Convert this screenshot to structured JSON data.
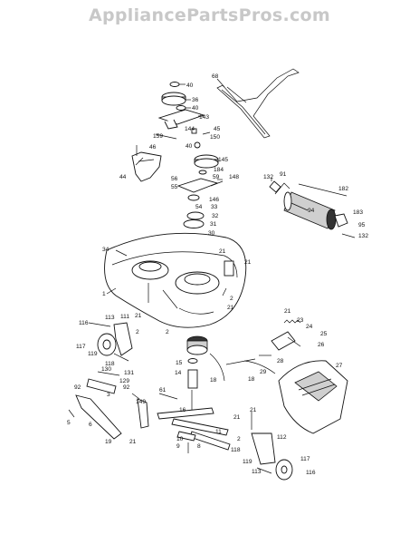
{
  "header": {
    "watermark": "AppliancePartsPros.com"
  },
  "labels": [
    {
      "key": "68",
      "text": "68"
    },
    {
      "key": "40a",
      "text": "40"
    },
    {
      "key": "36",
      "text": "36"
    },
    {
      "key": "40b",
      "text": "40"
    },
    {
      "key": "143",
      "text": "143"
    },
    {
      "key": "144",
      "text": "144"
    },
    {
      "key": "45",
      "text": "45"
    },
    {
      "key": "150",
      "text": "150"
    },
    {
      "key": "159",
      "text": "159"
    },
    {
      "key": "40c",
      "text": "40"
    },
    {
      "key": "46",
      "text": "46"
    },
    {
      "key": "44",
      "text": "44"
    },
    {
      "key": "145",
      "text": "145"
    },
    {
      "key": "184",
      "text": "184"
    },
    {
      "key": "59",
      "text": "59"
    },
    {
      "key": "148",
      "text": "148"
    },
    {
      "key": "56",
      "text": "56"
    },
    {
      "key": "55",
      "text": "55"
    },
    {
      "key": "146",
      "text": "146"
    },
    {
      "key": "54",
      "text": "54"
    },
    {
      "key": "33",
      "text": "33"
    },
    {
      "key": "32",
      "text": "32"
    },
    {
      "key": "31",
      "text": "31"
    },
    {
      "key": "30",
      "text": "30"
    },
    {
      "key": "21a",
      "text": "21"
    },
    {
      "key": "132a",
      "text": "132"
    },
    {
      "key": "91",
      "text": "91"
    },
    {
      "key": "182",
      "text": "182"
    },
    {
      "key": "94",
      "text": "94"
    },
    {
      "key": "183",
      "text": "183"
    },
    {
      "key": "95",
      "text": "95"
    },
    {
      "key": "132b",
      "text": "132"
    },
    {
      "key": "34",
      "text": "34"
    },
    {
      "key": "21b",
      "text": "21"
    },
    {
      "key": "1",
      "text": "1"
    },
    {
      "key": "2a",
      "text": "2"
    },
    {
      "key": "21c",
      "text": "21"
    },
    {
      "key": "21d",
      "text": "21"
    },
    {
      "key": "23",
      "text": "23"
    },
    {
      "key": "24",
      "text": "24"
    },
    {
      "key": "116a",
      "text": "116"
    },
    {
      "key": "113a",
      "text": "113"
    },
    {
      "key": "111",
      "text": "111"
    },
    {
      "key": "21e",
      "text": "21"
    },
    {
      "key": "2b",
      "text": "2"
    },
    {
      "key": "117a",
      "text": "117"
    },
    {
      "key": "119a",
      "text": "119"
    },
    {
      "key": "118a",
      "text": "118"
    },
    {
      "key": "2c",
      "text": "2"
    },
    {
      "key": "25",
      "text": "25"
    },
    {
      "key": "26",
      "text": "26"
    },
    {
      "key": "15",
      "text": "15"
    },
    {
      "key": "14",
      "text": "14"
    },
    {
      "key": "28",
      "text": "28"
    },
    {
      "key": "27",
      "text": "27"
    },
    {
      "key": "29",
      "text": "29"
    },
    {
      "key": "130",
      "text": "130"
    },
    {
      "key": "131",
      "text": "131"
    },
    {
      "key": "129",
      "text": "129"
    },
    {
      "key": "92a",
      "text": "92"
    },
    {
      "key": "92b",
      "text": "92"
    },
    {
      "key": "3",
      "text": "3"
    },
    {
      "key": "18a",
      "text": "18"
    },
    {
      "key": "18b",
      "text": "18"
    },
    {
      "key": "61",
      "text": "61"
    },
    {
      "key": "149",
      "text": "149"
    },
    {
      "key": "16",
      "text": "16"
    },
    {
      "key": "5",
      "text": "5"
    },
    {
      "key": "6",
      "text": "6"
    },
    {
      "key": "21f",
      "text": "21"
    },
    {
      "key": "11",
      "text": "11"
    },
    {
      "key": "10",
      "text": "10"
    },
    {
      "key": "9",
      "text": "9"
    },
    {
      "key": "8",
      "text": "8"
    },
    {
      "key": "19",
      "text": "19"
    },
    {
      "key": "21g",
      "text": "21"
    },
    {
      "key": "21h",
      "text": "21"
    },
    {
      "key": "2d",
      "text": "2"
    },
    {
      "key": "112",
      "text": "112"
    },
    {
      "key": "118b",
      "text": "118"
    },
    {
      "key": "119b",
      "text": "119"
    },
    {
      "key": "117b",
      "text": "117"
    },
    {
      "key": "113b",
      "text": "113"
    },
    {
      "key": "116b",
      "text": "116"
    }
  ]
}
